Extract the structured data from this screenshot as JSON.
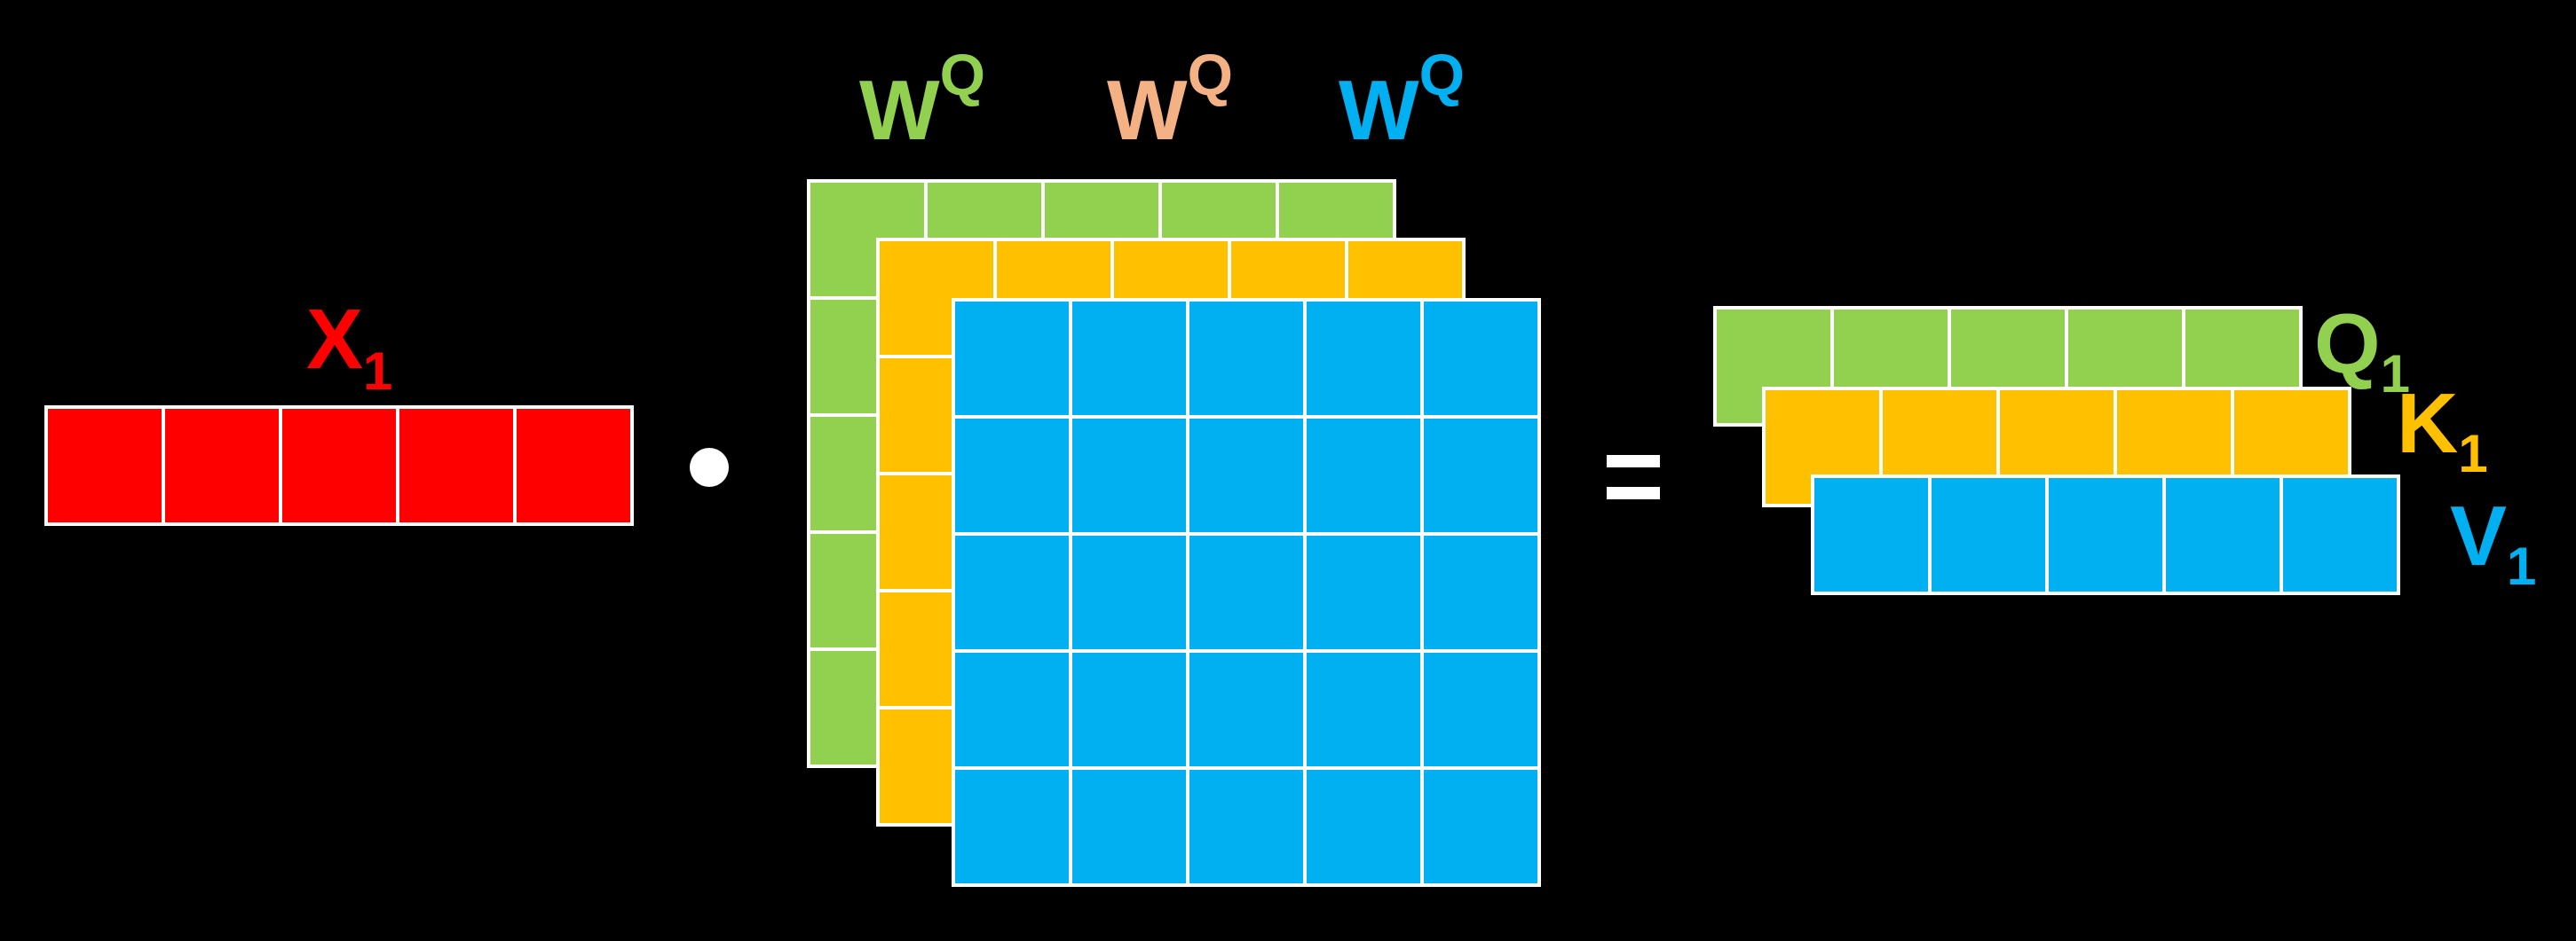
{
  "colors": {
    "background": "#000000",
    "input_red": "#ff0000",
    "query_green": "#92d050",
    "key_orange": "#ffc000",
    "value_blue": "#00b0f0",
    "second_weight_label": "#f4b183",
    "grid_line": "#ffffff"
  },
  "input_vector": {
    "label": "X",
    "subscript": "1",
    "cells": 5
  },
  "operators": {
    "dot": "•",
    "equals": "="
  },
  "weight_matrices": {
    "size": 5,
    "labels": [
      {
        "base": "W",
        "sup": "Q",
        "color": "#92d050"
      },
      {
        "base": "W",
        "sup": "Q",
        "color": "#f4b183"
      },
      {
        "base": "W",
        "sup": "Q",
        "color": "#00b0f0"
      }
    ]
  },
  "output_vectors": [
    {
      "label": "Q",
      "subscript": "1",
      "color": "#92d050",
      "cells": 5
    },
    {
      "label": "K",
      "subscript": "1",
      "color": "#ffc000",
      "cells": 5
    },
    {
      "label": "V",
      "subscript": "1",
      "color": "#00b0f0",
      "cells": 5
    }
  ]
}
